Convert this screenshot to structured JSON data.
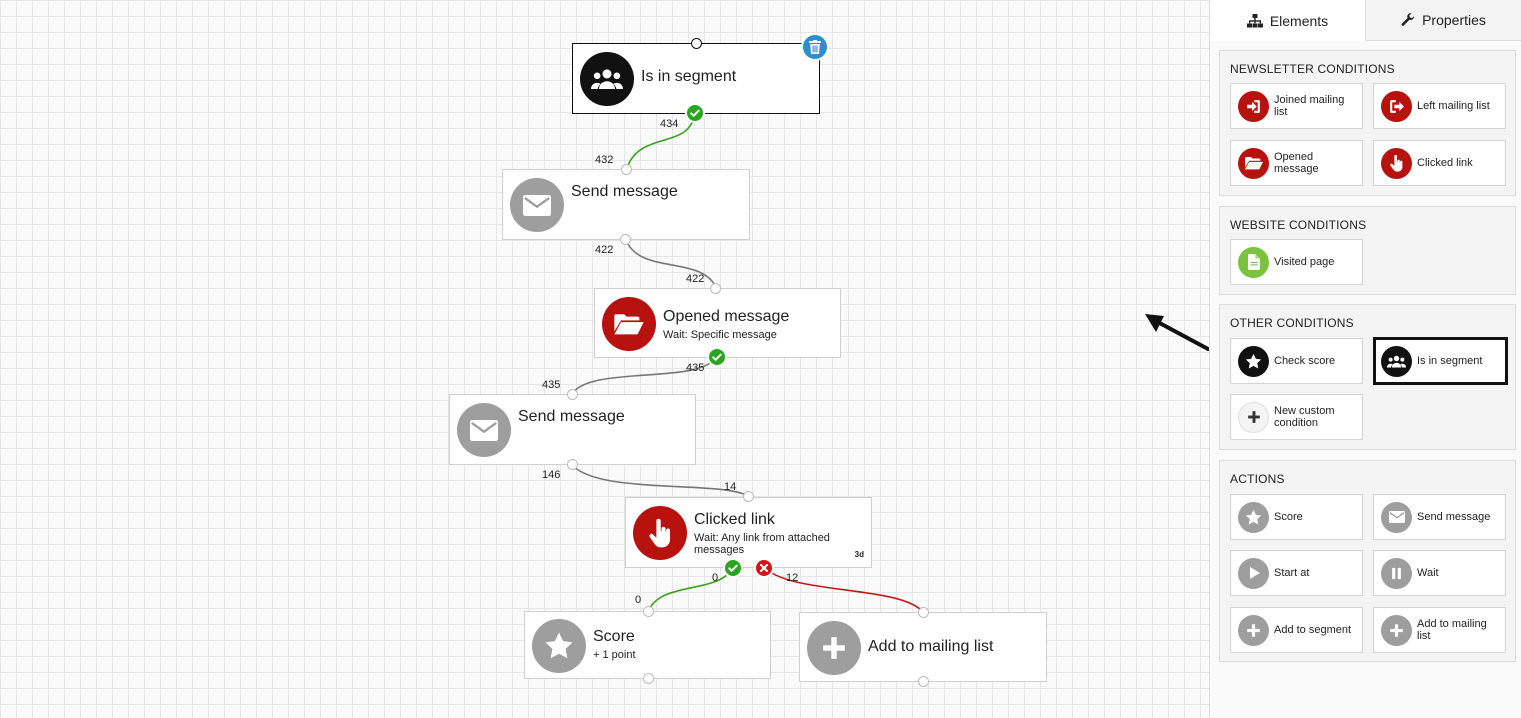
{
  "canvas": {
    "nodes": {
      "segment": {
        "title": "Is in segment",
        "icon": "users-icon"
      },
      "send1": {
        "title": "Send message",
        "icon": "envelope-icon"
      },
      "opened": {
        "title": "Opened message",
        "sub": "Wait: Specific message",
        "icon": "folder-open-icon"
      },
      "send2": {
        "title": "Send message",
        "icon": "envelope-icon"
      },
      "clicked": {
        "title": "Clicked link",
        "sub": "Wait: Any link from attached messages",
        "badge": "3d",
        "icon": "hand-pointer-icon"
      },
      "score": {
        "title": "Score",
        "sub": "+ 1 point",
        "icon": "star-icon"
      },
      "addlist": {
        "title": "Add to mailing list",
        "icon": "plus-icon"
      }
    },
    "counts": {
      "c434": "434",
      "c432": "432",
      "c422a": "422",
      "c422b": "422",
      "c435a": "435",
      "c435b": "435",
      "c146": "146",
      "c14": "14",
      "c0a": "0",
      "c0b": "0",
      "c12": "12"
    }
  },
  "panel": {
    "tabs": {
      "elements": "Elements",
      "properties": "Properties"
    },
    "sections": {
      "newsletter": {
        "title": "NEWSLETTER CONDITIONS",
        "items": [
          {
            "label": "Joined mailing list",
            "icon": "sign-in-icon"
          },
          {
            "label": "Left mailing list",
            "icon": "sign-out-icon"
          },
          {
            "label": "Opened message",
            "icon": "folder-open-icon"
          },
          {
            "label": "Clicked link",
            "icon": "hand-pointer-icon"
          }
        ]
      },
      "website": {
        "title": "WEBSITE CONDITIONS",
        "items": [
          {
            "label": "Visited page",
            "icon": "file-icon"
          }
        ]
      },
      "other": {
        "title": "OTHER CONDITIONS",
        "items": [
          {
            "label": "Check score",
            "icon": "star-icon"
          },
          {
            "label": "Is in segment",
            "icon": "users-icon"
          },
          {
            "label": "New custom condition",
            "icon": "plus-icon"
          }
        ]
      },
      "actions": {
        "title": "ACTIONS",
        "items": [
          {
            "label": "Score",
            "icon": "star-icon"
          },
          {
            "label": "Send message",
            "icon": "envelope-icon"
          },
          {
            "label": "Start at",
            "icon": "play-icon"
          },
          {
            "label": "Wait",
            "icon": "pause-icon"
          },
          {
            "label": "Add to segment",
            "icon": "plus-icon"
          },
          {
            "label": "Add to mailing list",
            "icon": "plus-icon"
          }
        ]
      }
    }
  },
  "colors": {
    "red": "#b8120f",
    "gray": "#9e9e9e",
    "green": "#2aa51f",
    "decline": "#d4161c",
    "accent": "#2d8fc9"
  }
}
